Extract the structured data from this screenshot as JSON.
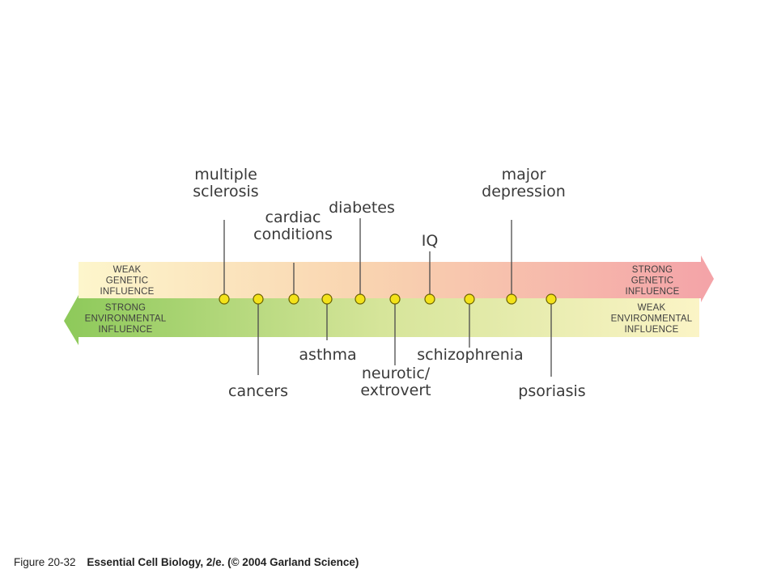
{
  "diagram": {
    "top_arrow": {
      "left_label": [
        "WEAK",
        "GENETIC",
        "INFLUENCE"
      ],
      "right_label": [
        "STRONG",
        "GENETIC",
        "INFLUENCE"
      ],
      "color_left": "#fdf6cc",
      "color_right": "#f4a3a8"
    },
    "bottom_arrow": {
      "left_label": [
        "STRONG",
        "ENVIRONMENTAL",
        "INFLUENCE"
      ],
      "right_label": [
        "WEAK",
        "ENVIRONMENTAL",
        "INFLUENCE"
      ],
      "color_left": "#8dc95a",
      "color_right": "#fbf4c6"
    },
    "dot_color": "#f3e21a",
    "traits_above": [
      {
        "id": "multiple-sclerosis",
        "lines": [
          "multiple",
          "sclerosis"
        ]
      },
      {
        "id": "cardiac-conditions",
        "lines": [
          "cardiac",
          "conditions"
        ]
      },
      {
        "id": "diabetes",
        "lines": [
          "diabetes"
        ]
      },
      {
        "id": "iq",
        "lines": [
          "IQ"
        ]
      },
      {
        "id": "major-depression",
        "lines": [
          "major",
          "depression"
        ]
      }
    ],
    "traits_below": [
      {
        "id": "cancers",
        "lines": [
          "cancers"
        ]
      },
      {
        "id": "asthma",
        "lines": [
          "asthma"
        ]
      },
      {
        "id": "neurotic-extrovert",
        "lines": [
          "neurotic/",
          "extrovert"
        ]
      },
      {
        "id": "schizophrenia",
        "lines": [
          "schizophrenia"
        ]
      },
      {
        "id": "psoriasis",
        "lines": [
          "psoriasis"
        ]
      }
    ]
  },
  "caption": {
    "figure": "Figure 20-32",
    "source": "Essential Cell Biology, 2/e. (© 2004 Garland Science)"
  }
}
